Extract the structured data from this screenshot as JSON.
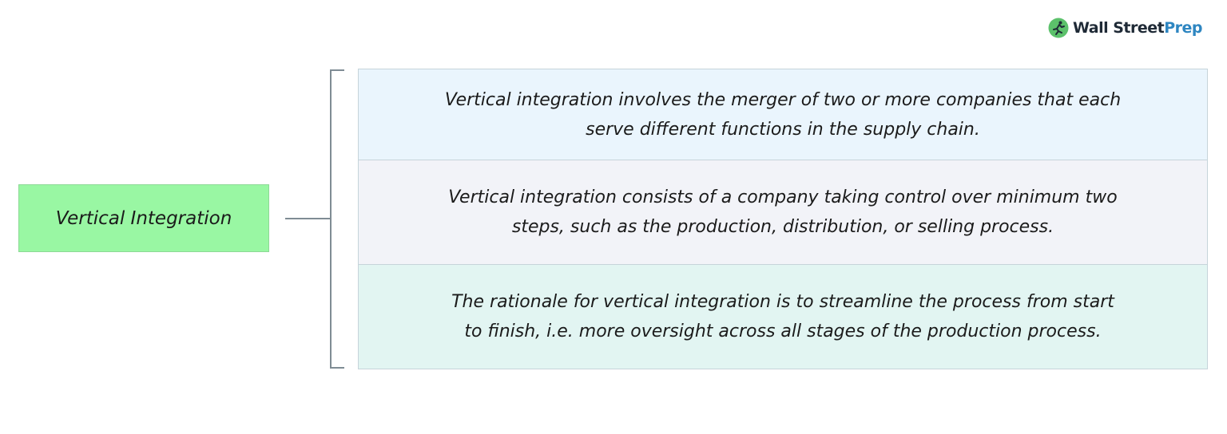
{
  "logo": {
    "wall": "Wall Street",
    "prep": "Prep"
  },
  "root_label": "Vertical Integration",
  "branches": [
    {
      "line1": "Vertical integration involves the merger of two or more companies that each",
      "line2": "serve different functions in the supply chain."
    },
    {
      "line1": "Vertical integration consists of a company taking control over minimum two",
      "line2": "steps, such as the production, distribution, or selling process."
    },
    {
      "line1": "The rationale for vertical integration is to streamline the process from start",
      "line2": "to finish, i.e. more oversight across all stages of the production process."
    }
  ],
  "colors": {
    "root_fill": "#99f7a3",
    "box_1_fill": "#eaf5fd",
    "box_2_fill": "#f2f3f8",
    "box_3_fill": "#e2f5f2",
    "connector": "#7f8c94",
    "logo_dark": "#1f2a36",
    "logo_accent": "#2e86c1",
    "logo_icon_green": "#5cc16b"
  },
  "icons": {
    "logo_icon": "runner-icon"
  }
}
